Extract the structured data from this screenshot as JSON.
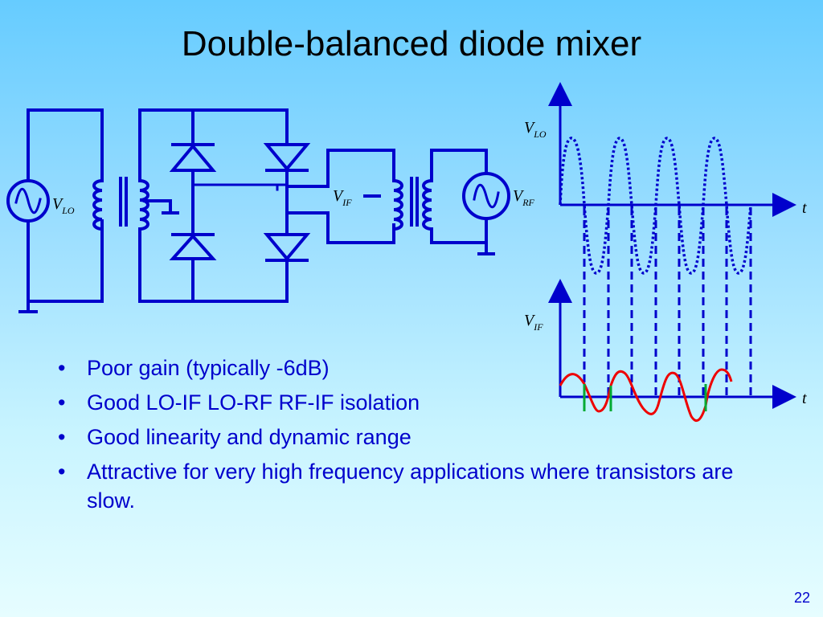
{
  "slide": {
    "title": "Double-balanced diode mixer",
    "page_number": "22"
  },
  "circuit": {
    "lo_source_label": "V",
    "lo_source_sub": "LO",
    "if_label": "V",
    "if_sub": "IF",
    "rf_source_label": "V",
    "rf_source_sub": "RF"
  },
  "waveforms": {
    "lo_axis_label": "V",
    "lo_axis_sub": "LO",
    "lo_time_label": "t",
    "if_axis_label": "V",
    "if_axis_sub": "IF",
    "if_time_label": "t"
  },
  "bullets": [
    "Poor gain (typically -6dB)",
    "Good LO-IF LO-RF RF-IF isolation",
    "Good linearity and dynamic range",
    "Attractive for very high frequency applications where transistors are slow."
  ],
  "colors": {
    "circuit": "#0000cc",
    "if_wave": "#ee0000",
    "switch_marks": "#00aa33",
    "bullet_text": "#0000cc"
  }
}
